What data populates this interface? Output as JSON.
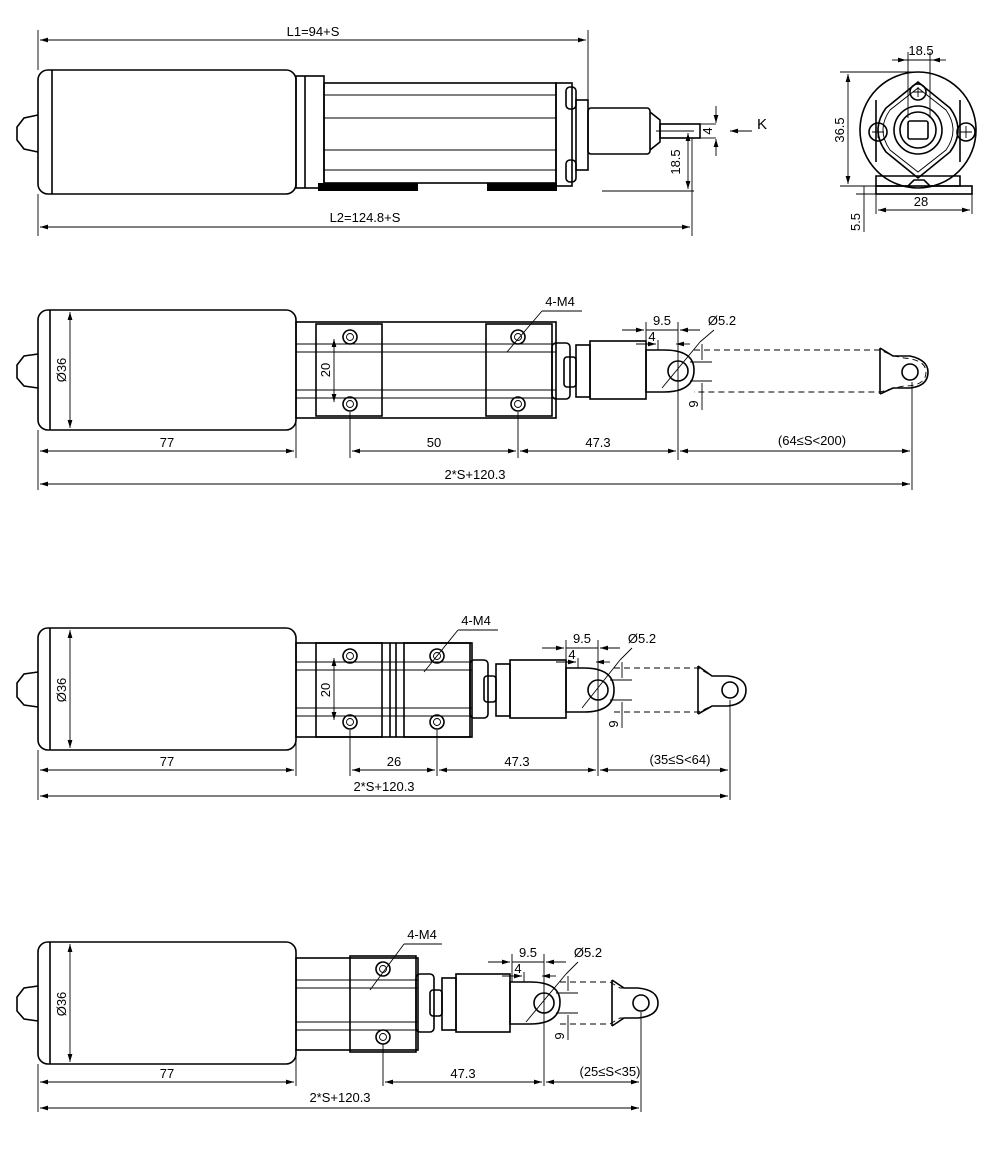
{
  "view_top": {
    "l1": "L1=94+S",
    "l2": "L2=124.8+S",
    "rod_dim": "4",
    "height_dim": "18.5",
    "arrow_label": "K"
  },
  "view_end": {
    "width_top": "18.5",
    "height": "36.5",
    "base_width": "28",
    "base_height": "5.5"
  },
  "view_long": {
    "thread": "4-M4",
    "dia": "Ø36",
    "hole_spacing": "20",
    "eye_w": "9.5",
    "eye_off": "4",
    "eye_hole": "Ø5.2",
    "eye_h": "9",
    "motor_len": "77",
    "mount_len": "50",
    "rod_len": "47.3",
    "stroke_range": "(64≤S<200)",
    "total": "2*S+120.3"
  },
  "view_mid": {
    "thread": "4-M4",
    "dia": "Ø36",
    "hole_spacing": "20",
    "eye_w": "9.5",
    "eye_off": "4",
    "eye_hole": "Ø5.2",
    "eye_h": "9",
    "motor_len": "77",
    "mount_len": "26",
    "rod_len": "47.3",
    "stroke_range": "(35≤S<64)",
    "total": "2*S+120.3"
  },
  "view_short": {
    "thread": "4-M4",
    "dia": "Ø36",
    "eye_w": "9.5",
    "eye_off": "4",
    "eye_hole": "Ø5.2",
    "eye_h": "9",
    "motor_len": "77",
    "rod_len": "47.3",
    "stroke_range": "(25≤S<35)",
    "total": "2*S+120.3"
  }
}
